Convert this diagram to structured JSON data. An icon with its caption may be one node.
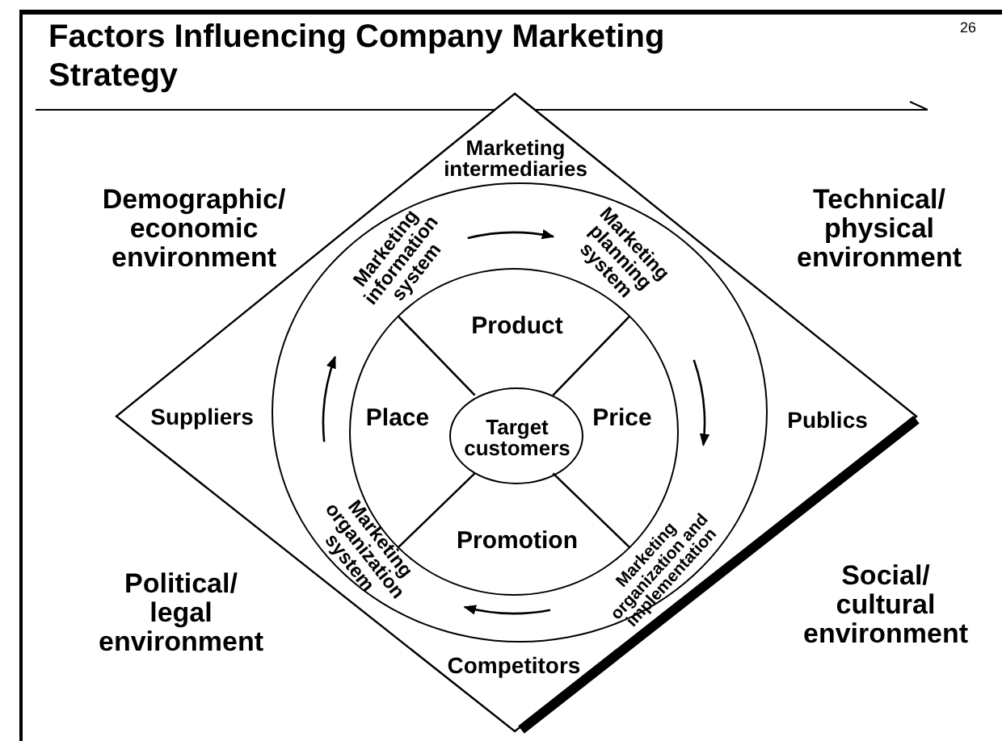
{
  "diagram": {
    "title": "Factors Influencing Company Marketing Strategy",
    "nodes": [
      {
        "text": [
          "Marketing intermediaries",
          "Suppliers",
          "Publics",
          "Competitors"
        ]
      },
      {
        "text": [],
        "shape": "circle",
        "in": 0
      },
      {
        "text": [
          "Marketing information system"
        ],
        "in": 1
      },
      {
        "text": [
          "Marketing planning system"
        ],
        "in": 1
      },
      {
        "text": [
          "Marketing organization and implementation"
        ],
        "in": 1
      },
      {
        "text": [
          "Marketing organization system"
        ],
        "in": 1
      },
      {
        "text": [
          "Product",
          "Place",
          "Price",
          "Promotion"
        ],
        "in": 1
      },
      {
        "text": [
          "Target customers"
        ],
        "in": 6
      }
    ],
    "edges": [
      {
        "from": 2,
        "to": 3,
        "arrow": "to"
      },
      {
        "from": 3,
        "to": 4,
        "arrow": "to"
      },
      {
        "from": 4,
        "to": 5,
        "arrow": "to"
      },
      {
        "from": 5,
        "to": 2,
        "arrow": "to"
      }
    ],
    "labels": [
      "26",
      "Demographic/ economic environment",
      "Technical/ physical environment",
      "Political/ legal environment",
      "Social/ cultural environment"
    ]
  }
}
